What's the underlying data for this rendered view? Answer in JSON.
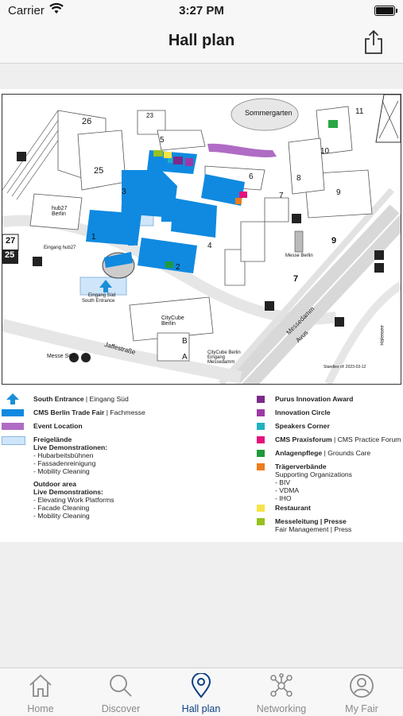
{
  "status": {
    "carrier": "Carrier",
    "time": "3:27 PM"
  },
  "nav": {
    "title": "Hall plan"
  },
  "map": {
    "labels": {
      "sommergarten": "Sommergarten",
      "h26": "26",
      "h23": "23",
      "h25": "25",
      "h8": "8",
      "h9": "9",
      "h11": "11",
      "h10": "10",
      "h1": "1",
      "h2": "2",
      "h3": "3",
      "h4": "4",
      "h5": "5",
      "h6": "6",
      "h7": "7",
      "a": "A",
      "b": "B",
      "entr27": "27",
      "entr25": "25",
      "entr9": "9",
      "entr7": "7",
      "hub27": "hub27 Berlin",
      "eingang_hub27": "Eingang hub27",
      "eingang_sued": "Eingang Süd",
      "south_entrance": "South Entrance",
      "citycube": "CityCube Berlin",
      "citycube_entr": "CityCube Berlin Eingang Messedamm",
      "messe_berlin": "Messe Berlin",
      "messedamm": "Messedamm",
      "avus": "Avus",
      "jaffe": "Jaffestraße",
      "messe_sued": "Messe Süd",
      "halensee": "Halensee",
      "stand": "Standles of: 2023-03-12"
    }
  },
  "legend": {
    "left": [
      {
        "title": "South Entrance",
        "rest": " | Eingang Süd",
        "color": "#1a8fd8",
        "icon": "arrow"
      },
      {
        "title": "CMS Berlin Trade Fair",
        "rest": " | Fachmesse",
        "color": "#0f8ae0"
      },
      {
        "title": "Event Location",
        "rest": "",
        "color": "#b06cc4"
      },
      {
        "title": "Freigelände",
        "rest": "",
        "color": "#cfe6fa",
        "sub": [
          "Live Demonstrationen:",
          "- Hubarbeitsbühnen",
          "- Fassadenreinigung",
          "- Mobility Cleaning",
          "",
          "Outdoor area",
          "Live Demonstrations:",
          "- Elevating Work Platforms",
          "- Facade Cleaning",
          "- Mobility Cleaning"
        ]
      }
    ],
    "right": [
      {
        "title": "Purus Innovation Award",
        "rest": "",
        "color": "#7b2a8a"
      },
      {
        "title": "Innovation Circle",
        "rest": "",
        "color": "#9c3aa5"
      },
      {
        "title": "Speakers Corner",
        "rest": "",
        "color": "#1fb2c2"
      },
      {
        "title": "CMS Praxisforum",
        "rest": " | CMS Practice Forum",
        "color": "#e5127d"
      },
      {
        "title": "Anlagenpflege",
        "rest": " | Grounds Care",
        "color": "#1f9a3b"
      },
      {
        "title": "Trägerverbände",
        "rest": "",
        "color": "#ee7d1a",
        "sub": [
          "Supporting Organizations",
          "- BIV",
          "- VDMA",
          "- IHO"
        ]
      },
      {
        "title": "Restaurant",
        "rest": "",
        "color": "#f6e447"
      },
      {
        "title": "Messeleitung | Presse",
        "rest": "",
        "color": "#96c11e",
        "sub": [
          "Fair Management | Press"
        ]
      }
    ]
  },
  "tabs": [
    {
      "label": "Home",
      "icon": "home-icon"
    },
    {
      "label": "Discover",
      "icon": "search-icon"
    },
    {
      "label": "Hall plan",
      "icon": "location-pin-icon",
      "active": true
    },
    {
      "label": "Networking",
      "icon": "network-icon"
    },
    {
      "label": "My Fair",
      "icon": "person-icon"
    }
  ]
}
